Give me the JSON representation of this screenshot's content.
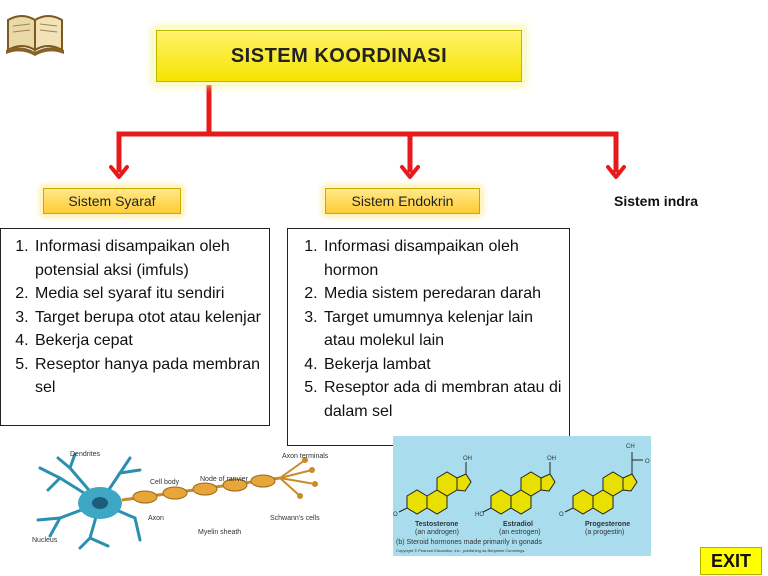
{
  "title": "SISTEM KOORDINASI",
  "categories": {
    "syaraf": "Sistem Syaraf",
    "endokrin": "Sistem Endokrin",
    "indra": "Sistem indra"
  },
  "syaraf_list": [
    "Informasi disampaikan oleh potensial aksi (imfuls)",
    "Media sel syaraf itu sendiri",
    "Target berupa otot atau kelenjar",
    "Bekerja cepat",
    "Reseptor hanya pada membran sel"
  ],
  "endokrin_list": [
    "Informasi disampaikan oleh hormon",
    "Media sistem peredaran darah",
    "Target umumnya kelenjar lain atau molekul lain",
    "Bekerja lambat",
    "Reseptor ada di membran atau di dalam sel"
  ],
  "neuron_labels": {
    "dendrites": "Dendrites",
    "cell_body": "Cell body",
    "node": "Node of ranvier",
    "axon_terminals": "Axon terminals",
    "schwann": "Schwann's cells",
    "axon": "Axon",
    "myelin": "Myelin sheath",
    "nucleus": "Nucleus"
  },
  "hormone_labels": {
    "testosterone": "Testosterone",
    "testosterone_sub": "(an androgen)",
    "estradiol": "Estradiol",
    "estradiol_sub": "(an estrogen)",
    "progesterone": "Progesterone",
    "progesterone_sub": "(a progestin)",
    "caption": "(b) Steroid hormones made primarily in gonads",
    "copyright": "Copyright © Pearson Education, Inc., publishing as Benjamin Cummings."
  },
  "exit_label": "EXIT",
  "colors": {
    "title_bg": "#f6e400",
    "connector": "#e8191b",
    "exit_bg": "#ffff00"
  }
}
